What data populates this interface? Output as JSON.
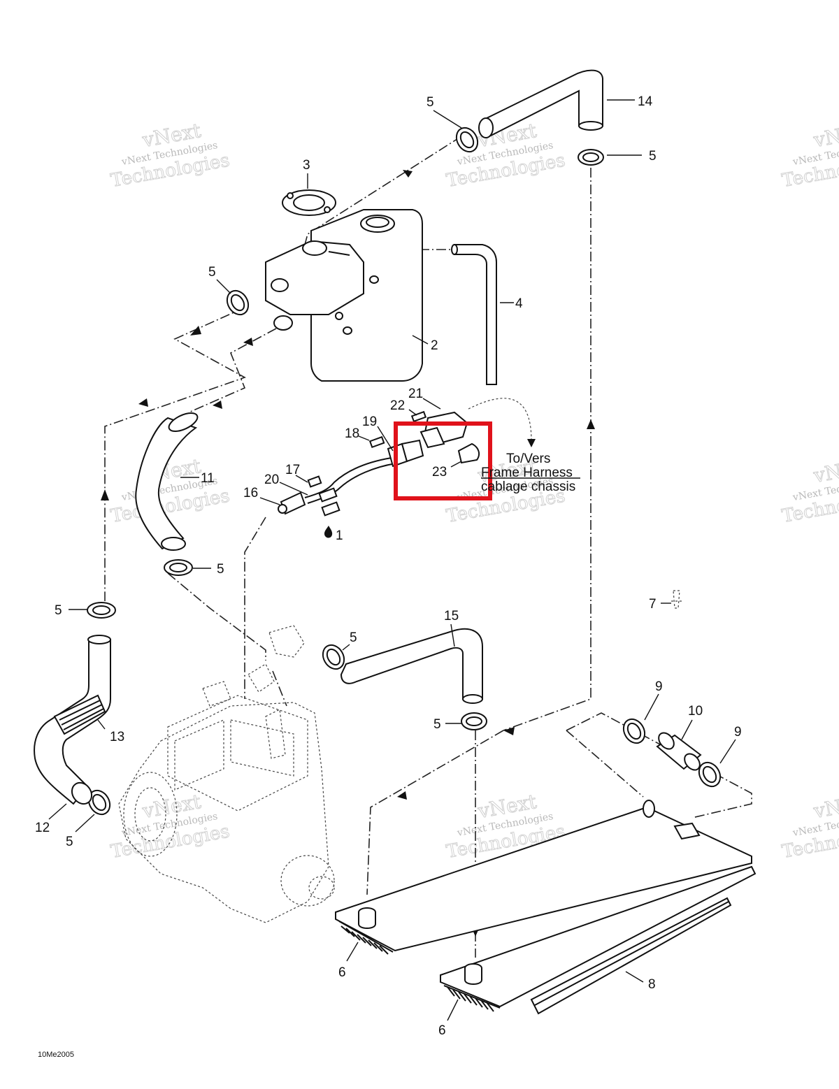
{
  "diagram": {
    "title": "",
    "callouts": [
      "1",
      "2",
      "3",
      "4",
      "5",
      "6",
      "7",
      "8",
      "9",
      "10",
      "11",
      "12",
      "13",
      "14",
      "15",
      "16",
      "17",
      "18",
      "19",
      "20",
      "21",
      "22",
      "23"
    ],
    "note": {
      "line1": "To/Vers",
      "line2": "Frame Harness",
      "line3": "cablage chassis"
    },
    "figure_code": "10Me2005",
    "watermark": {
      "line1": "vNext Technologies",
      "line2": "vNext",
      "line3": "Technologies"
    },
    "highlight_color": "#e0121b"
  }
}
